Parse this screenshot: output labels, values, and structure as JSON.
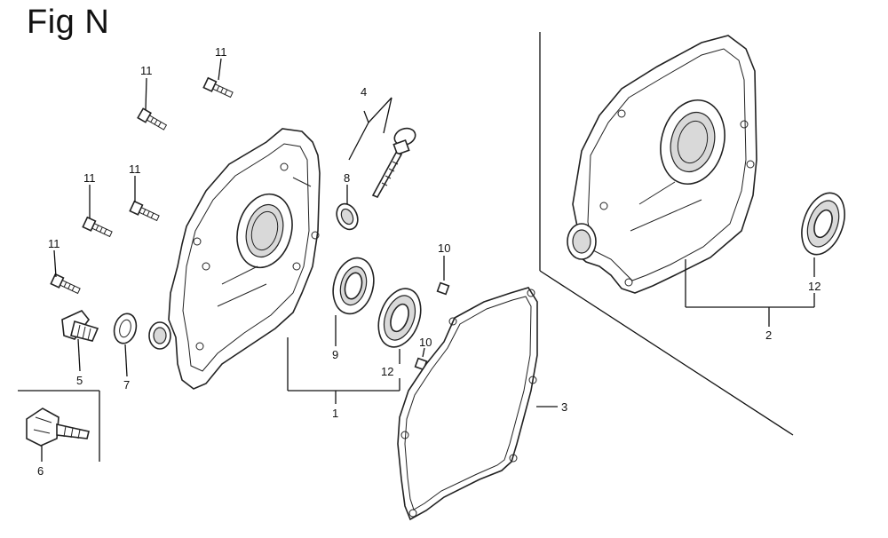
{
  "title": "Fig N",
  "callouts": {
    "c1": "1",
    "c2": "2",
    "c3": "3",
    "c4": "4",
    "c5": "5",
    "c6": "6",
    "c7": "7",
    "c8": "8",
    "c9": "9",
    "c10a": "10",
    "c10b": "10",
    "c11a": "11",
    "c11b": "11",
    "c11c": "11",
    "c11d": "11",
    "c11e": "11",
    "c12a": "12",
    "c12b": "12"
  }
}
